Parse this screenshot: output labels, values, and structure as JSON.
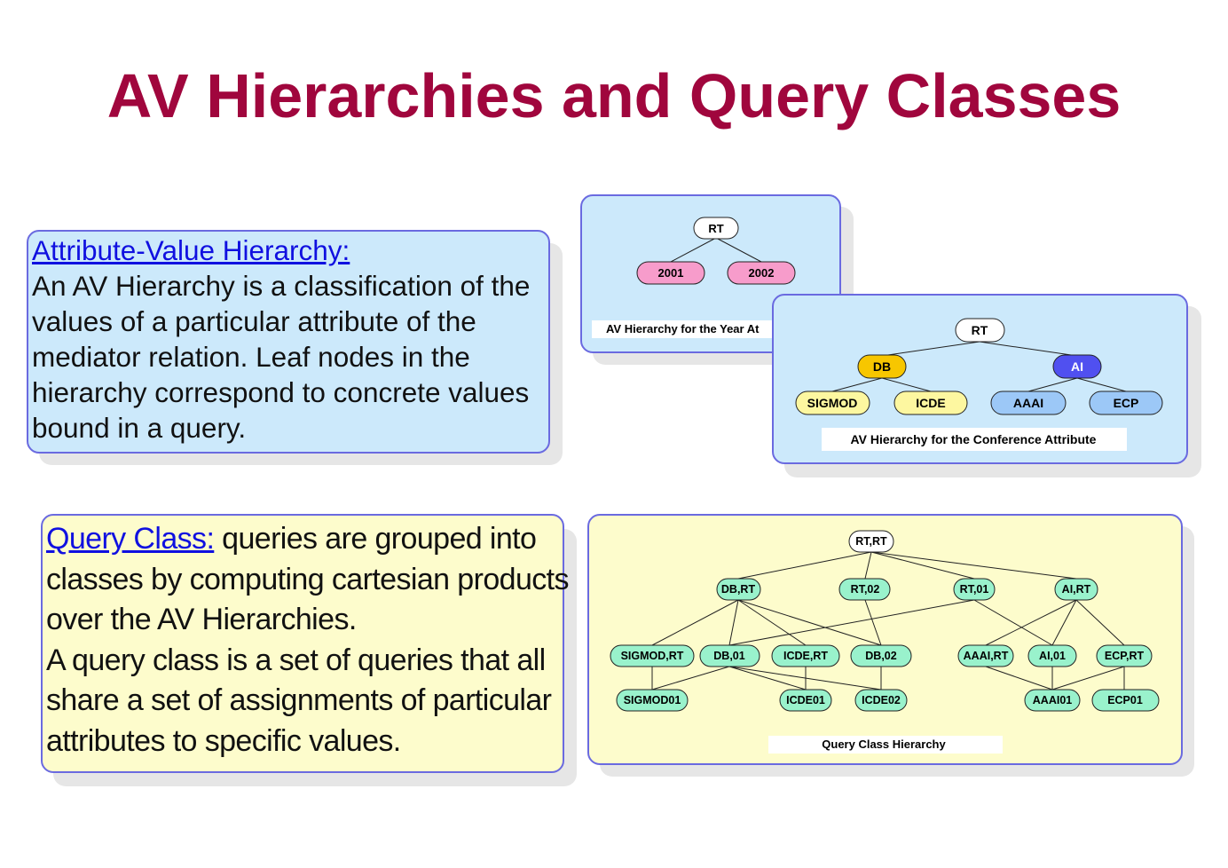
{
  "title": "AV Hierarchies and Query Classes",
  "av_box": {
    "heading": "Attribute-Value Hierarchy:",
    "body": "An AV Hierarchy is a classification of the values of a particular attribute of the mediator relation. Leaf nodes in the hierarchy correspond to concrete values bound in a query."
  },
  "qc_box": {
    "heading": "Query Class:",
    "body_lead": " queries are grouped into classes by computing cartesian products over the AV Hierarchies.",
    "body_rest": "A query class is a set of queries that all share a set of assignments of particular attributes to specific values."
  },
  "year_tree": {
    "caption": "AV Hierarchy for the Year At",
    "nodes": {
      "root": "RT",
      "y2001": "2001",
      "y2002": "2002"
    },
    "colors": {
      "root": "#ffffff",
      "leaf": "#f79ccb"
    }
  },
  "conf_tree": {
    "caption": "AV Hierarchy for the Conference Attribute",
    "nodes": {
      "root": "RT",
      "db": "DB",
      "ai": "AI",
      "sigmod": "SIGMOD",
      "icde": "ICDE",
      "aaai": "AAAI",
      "ecp": "ECP"
    },
    "colors": {
      "root": "#ffffff",
      "db": "#f7c600",
      "ai": "#5050f0",
      "db_leaf": "#fdf7a0",
      "ai_leaf": "#9cc8f7"
    }
  },
  "qc_tree": {
    "caption": "Query Class Hierarchy",
    "nodes": {
      "rtrt": "RT,RT",
      "dbrt": "DB,RT",
      "rt02": "RT,02",
      "rt01": "RT,01",
      "airt": "AI,RT",
      "sigmodrt": "SIGMOD,RT",
      "db01": "DB,01",
      "icdert": "ICDE,RT",
      "db02": "DB,02",
      "aaairt": "AAAI,RT",
      "ai01": "AI,01",
      "ecprt": "ECP,RT",
      "sigmod01": "SIGMOD01",
      "icde01": "ICDE01",
      "icde02": "ICDE02",
      "aaai01": "AAAI01",
      "ecp01": "ECP01"
    },
    "colors": {
      "root": "#ffffff",
      "node": "#99f2cc"
    }
  }
}
